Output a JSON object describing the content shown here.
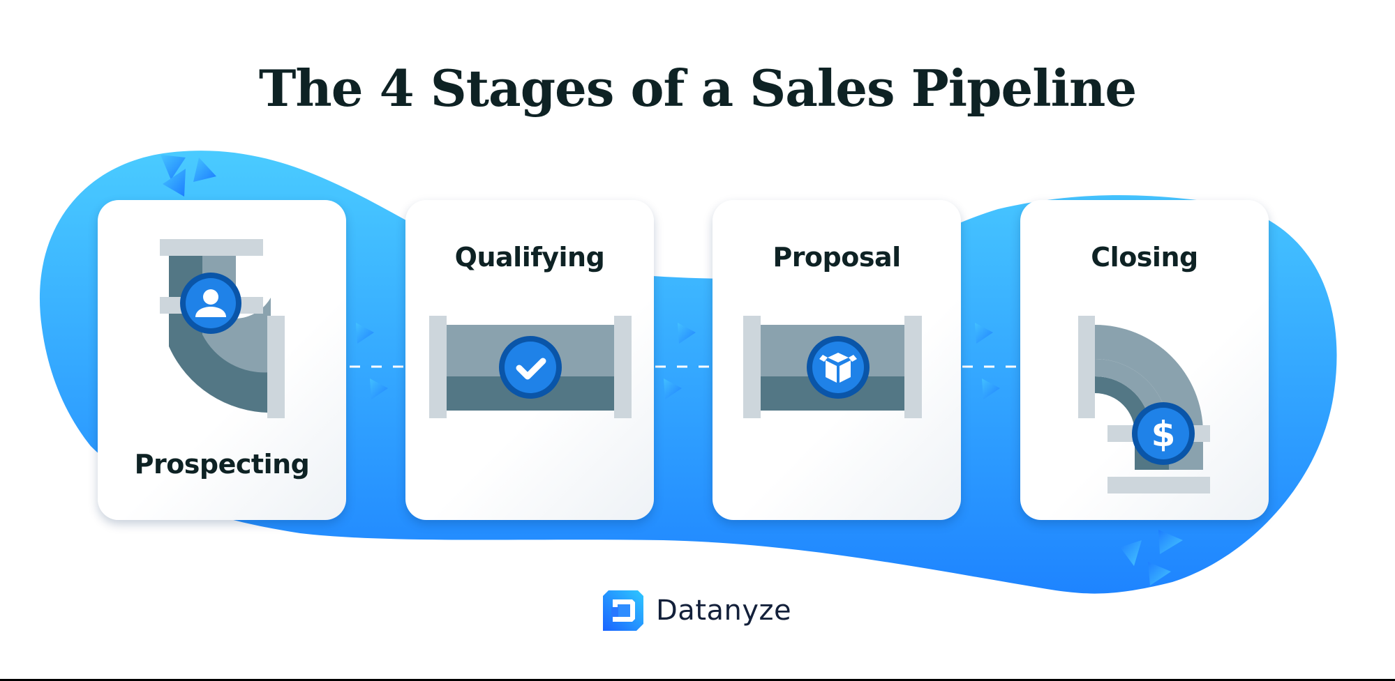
{
  "title": "The 4 Stages of a Sales Pipeline",
  "colors": {
    "blob_top": "#48c8ff",
    "blob_bottom": "#1e86ff",
    "pipe_light": "#8aa2ae",
    "pipe_dark": "#537785",
    "flange": "#cdd6dc",
    "badge_fill": "#1f82e8",
    "badge_ring": "#0a55a8",
    "title_text": "#0e2224"
  },
  "stages": [
    {
      "label": "Prospecting",
      "icon": "person-icon",
      "pipe": "elbow-top-to-right",
      "label_position": "bottom"
    },
    {
      "label": "Qualifying",
      "icon": "checkmark-icon",
      "pipe": "straight-horizontal",
      "label_position": "top"
    },
    {
      "label": "Proposal",
      "icon": "box-icon",
      "pipe": "straight-horizontal",
      "label_position": "top"
    },
    {
      "label": "Closing",
      "icon": "dollar-icon",
      "pipe": "elbow-left-to-bottom",
      "label_position": "top"
    }
  ],
  "brand": {
    "name": "Datanyze"
  }
}
